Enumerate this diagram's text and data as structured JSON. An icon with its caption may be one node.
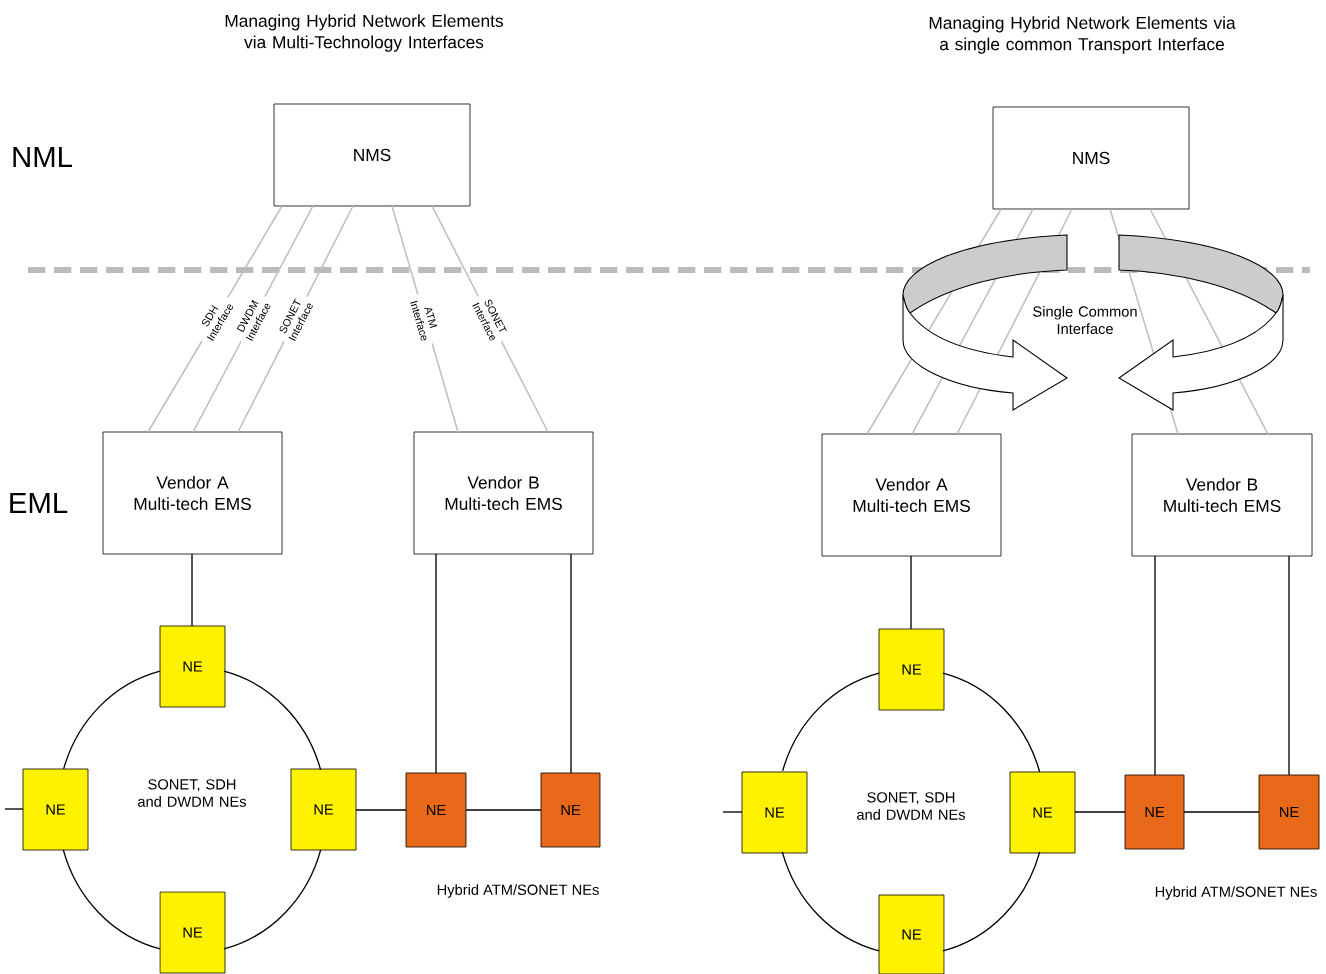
{
  "diagram": {
    "nodes": [
      {
        "text": [
          "NMS"
        ]
      },
      {
        "text": [
          "Vendor A Multi-tech EMS"
        ]
      },
      {
        "text": [
          "Vendor B Multi-tech EMS"
        ]
      },
      {
        "text": [
          "NE"
        ]
      },
      {
        "text": [
          "NE"
        ]
      },
      {
        "text": [
          "NE"
        ]
      },
      {
        "text": [
          "NE"
        ]
      },
      {
        "text": [
          "NE"
        ]
      },
      {
        "text": [
          "NE"
        ]
      },
      {
        "text": [
          "NMS"
        ]
      },
      {
        "text": [
          "Vendor A Multi-tech EMS"
        ]
      },
      {
        "text": [
          "Vendor B Multi-tech EMS"
        ]
      },
      {
        "text": [
          "NE"
        ]
      },
      {
        "text": [
          "NE"
        ]
      },
      {
        "text": [
          "NE"
        ]
      },
      {
        "text": [
          "NE"
        ]
      },
      {
        "text": [
          "NE"
        ]
      },
      {
        "text": [
          "NE"
        ]
      }
    ],
    "edges": [
      {
        "from": 0,
        "to": 1,
        "arrow": "none",
        "label": "SDH Interface",
        "color": "#c0c0c0"
      },
      {
        "from": 0,
        "to": 1,
        "arrow": "none",
        "label": "DWDM Interface",
        "color": "#c0c0c0"
      },
      {
        "from": 0,
        "to": 1,
        "arrow": "none",
        "label": "SONET Interface",
        "color": "#c0c0c0"
      },
      {
        "from": 0,
        "to": 2,
        "arrow": "none",
        "label": "ATM Interface",
        "color": "#c0c0c0"
      },
      {
        "from": 0,
        "to": 2,
        "arrow": "none",
        "label": "SONET Interface",
        "color": "#c0c0c0"
      },
      {
        "from": 1,
        "to": 3,
        "arrow": "none"
      },
      {
        "from": 3,
        "to": 4,
        "arrow": "none"
      },
      {
        "from": 4,
        "to": 6,
        "arrow": "none"
      },
      {
        "from": 6,
        "to": 5,
        "arrow": "none"
      },
      {
        "from": 5,
        "to": 3,
        "arrow": "none"
      },
      {
        "from": null,
        "to": 4,
        "arrow": "none"
      },
      {
        "from": 5,
        "to": 7,
        "arrow": "none"
      },
      {
        "from": 2,
        "to": 7,
        "arrow": "none"
      },
      {
        "from": 2,
        "to": 8,
        "arrow": "none"
      },
      {
        "from": 7,
        "to": 8,
        "arrow": "none"
      },
      {
        "from": 9,
        "to": 10,
        "arrow": "none",
        "color": "#c0c0c0"
      },
      {
        "from": 9,
        "to": 10,
        "arrow": "none",
        "color": "#c0c0c0"
      },
      {
        "from": 9,
        "to": 10,
        "arrow": "none",
        "color": "#c0c0c0"
      },
      {
        "from": 9,
        "to": 11,
        "arrow": "none",
        "color": "#c0c0c0"
      },
      {
        "from": 9,
        "to": 11,
        "arrow": "none",
        "color": "#c0c0c0"
      },
      {
        "from": 10,
        "to": 12,
        "arrow": "none"
      },
      {
        "from": 12,
        "to": 13,
        "arrow": "none"
      },
      {
        "from": 13,
        "to": 15,
        "arrow": "none"
      },
      {
        "from": 15,
        "to": 14,
        "arrow": "none"
      },
      {
        "from": 14,
        "to": 12,
        "arrow": "none"
      },
      {
        "from": null,
        "to": 13,
        "arrow": "none"
      },
      {
        "from": 14,
        "to": 16,
        "arrow": "none"
      },
      {
        "from": 11,
        "to": 16,
        "arrow": "none"
      },
      {
        "from": 11,
        "to": 17,
        "arrow": "none"
      },
      {
        "from": 16,
        "to": 17,
        "arrow": "none"
      }
    ],
    "labels": [
      "Managing Hybrid Network Elements via Multi-Technology Interfaces",
      "Managing Hybrid Network Elements via a single common Transport Interface",
      "NML",
      "Single Common Interface",
      "EML",
      "SONET, SDH and DWDM NEs",
      "Hybrid ATM/SONET NEs",
      "SONET, SDH and DWDM NEs",
      "Hybrid ATM/SONET NEs"
    ]
  }
}
